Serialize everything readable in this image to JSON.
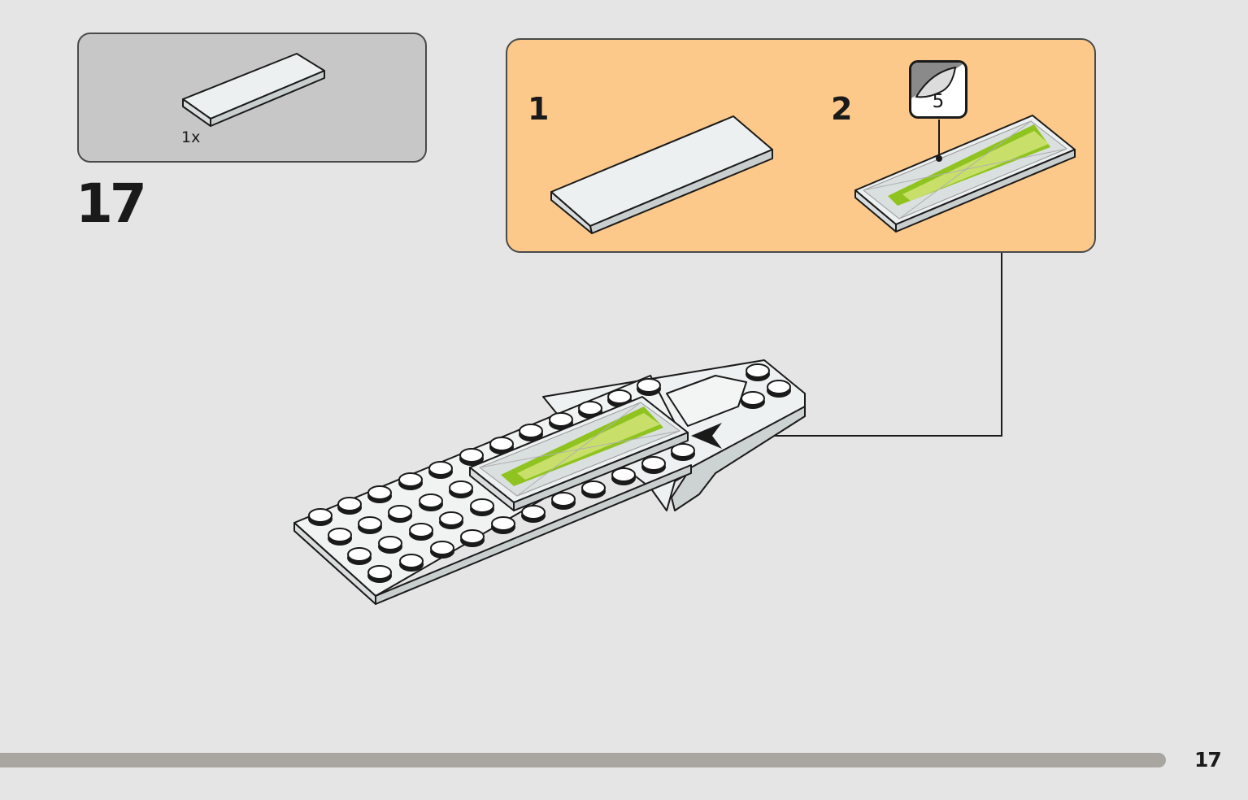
{
  "step": {
    "number": "17",
    "parts": [
      {
        "name": "white-tile-plate",
        "quantity": "1x"
      }
    ],
    "sub_steps": [
      {
        "label": "1"
      },
      {
        "label": "2",
        "sticker_number": "5"
      }
    ]
  },
  "footer": {
    "page_number": "17"
  },
  "colors": {
    "background": "#e5e5e5",
    "parts_box": "#c7c7c7",
    "sub_assembly_box": "#fdc98a",
    "sticker_green": "#8fc31f",
    "progress_bar": "#a9a5a1"
  },
  "icons": [
    "sticker-sheet-icon",
    "arrow-icon"
  ]
}
